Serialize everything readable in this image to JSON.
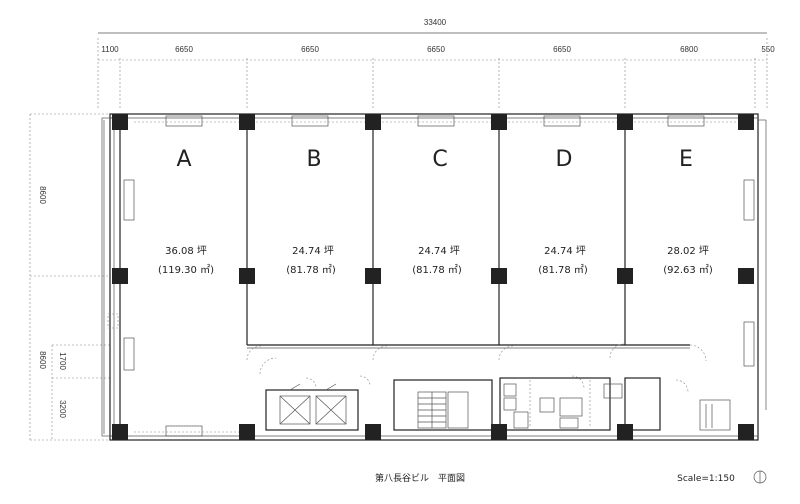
{
  "dimensions": {
    "total": "33400",
    "segments": [
      "1100",
      "6650",
      "6650",
      "6650",
      "6650",
      "6800",
      "550"
    ],
    "left_side": [
      "8600",
      "8600",
      "1700",
      "3200"
    ]
  },
  "units": [
    {
      "letter": "A",
      "tsubo": "36.08 坪",
      "sqm": "(119.30 ㎡)"
    },
    {
      "letter": "B",
      "tsubo": "24.74 坪",
      "sqm": "(81.78 ㎡)"
    },
    {
      "letter": "C",
      "tsubo": "24.74 坪",
      "sqm": "(81.78 ㎡)"
    },
    {
      "letter": "D",
      "tsubo": "24.74 坪",
      "sqm": "(81.78 ㎡)"
    },
    {
      "letter": "E",
      "tsubo": "28.02 坪",
      "sqm": "(92.63 ㎡)"
    }
  ],
  "footer": {
    "title": "第八長谷ビル　平面図",
    "scale": "Scale=1:150"
  }
}
